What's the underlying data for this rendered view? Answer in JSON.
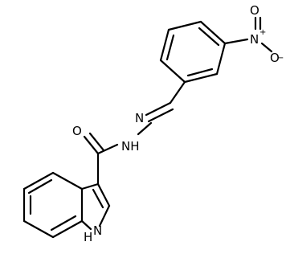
{
  "molecule": {
    "atoms": {
      "carbonyl_oxygen": "O",
      "hydrazide_nh": "NH",
      "imine_n": "N",
      "indole_nh": "H",
      "indole_n": "N",
      "nitro_n": "N",
      "nitro_n_charge": "+",
      "nitro_o_top": "O",
      "nitro_o_right": "O",
      "nitro_o_charge": "−"
    }
  }
}
